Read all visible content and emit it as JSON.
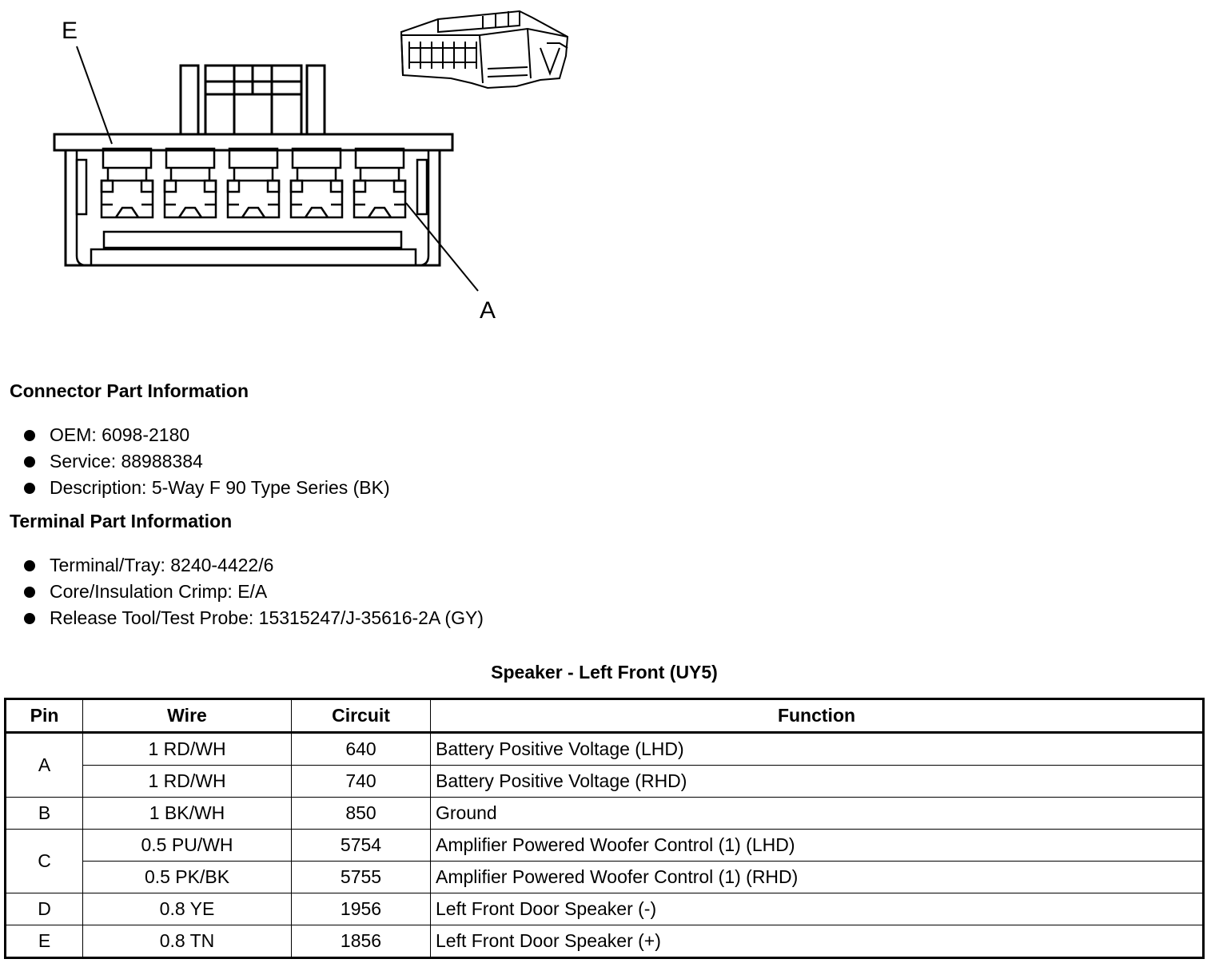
{
  "diagram": {
    "callout_e": "E",
    "callout_a": "A"
  },
  "connector_info": {
    "heading": "Connector Part Information",
    "items": [
      "OEM: 6098-2180",
      "Service: 88988384",
      "Description: 5-Way F 90 Type Series (BK)"
    ]
  },
  "terminal_info": {
    "heading": "Terminal Part Information",
    "items": [
      "Terminal/Tray: 8240-4422/6",
      "Core/Insulation Crimp: E/A",
      "Release Tool/Test Probe: 15315247/J-35616-2A (GY)"
    ]
  },
  "table": {
    "title": "Speaker - Left Front (UY5)",
    "headers": [
      "Pin",
      "Wire",
      "Circuit",
      "Function"
    ],
    "pin_groups": [
      {
        "pin": "A",
        "rows": [
          {
            "wire": "1 RD/WH",
            "circuit": "640",
            "function": "Battery Positive Voltage (LHD)"
          },
          {
            "wire": "1 RD/WH",
            "circuit": "740",
            "function": "Battery Positive Voltage (RHD)"
          }
        ]
      },
      {
        "pin": "B",
        "rows": [
          {
            "wire": "1 BK/WH",
            "circuit": "850",
            "function": "Ground"
          }
        ]
      },
      {
        "pin": "C",
        "rows": [
          {
            "wire": "0.5 PU/WH",
            "circuit": "5754",
            "function": "Amplifier Powered Woofer Control (1) (LHD)"
          },
          {
            "wire": "0.5 PK/BK",
            "circuit": "5755",
            "function": "Amplifier Powered Woofer Control (1) (RHD)"
          }
        ]
      },
      {
        "pin": "D",
        "rows": [
          {
            "wire": "0.8 YE",
            "circuit": "1956",
            "function": "Left Front Door Speaker (-)"
          }
        ]
      },
      {
        "pin": "E",
        "rows": [
          {
            "wire": "0.8 TN",
            "circuit": "1856",
            "function": "Left Front Door Speaker (+)"
          }
        ]
      }
    ]
  }
}
